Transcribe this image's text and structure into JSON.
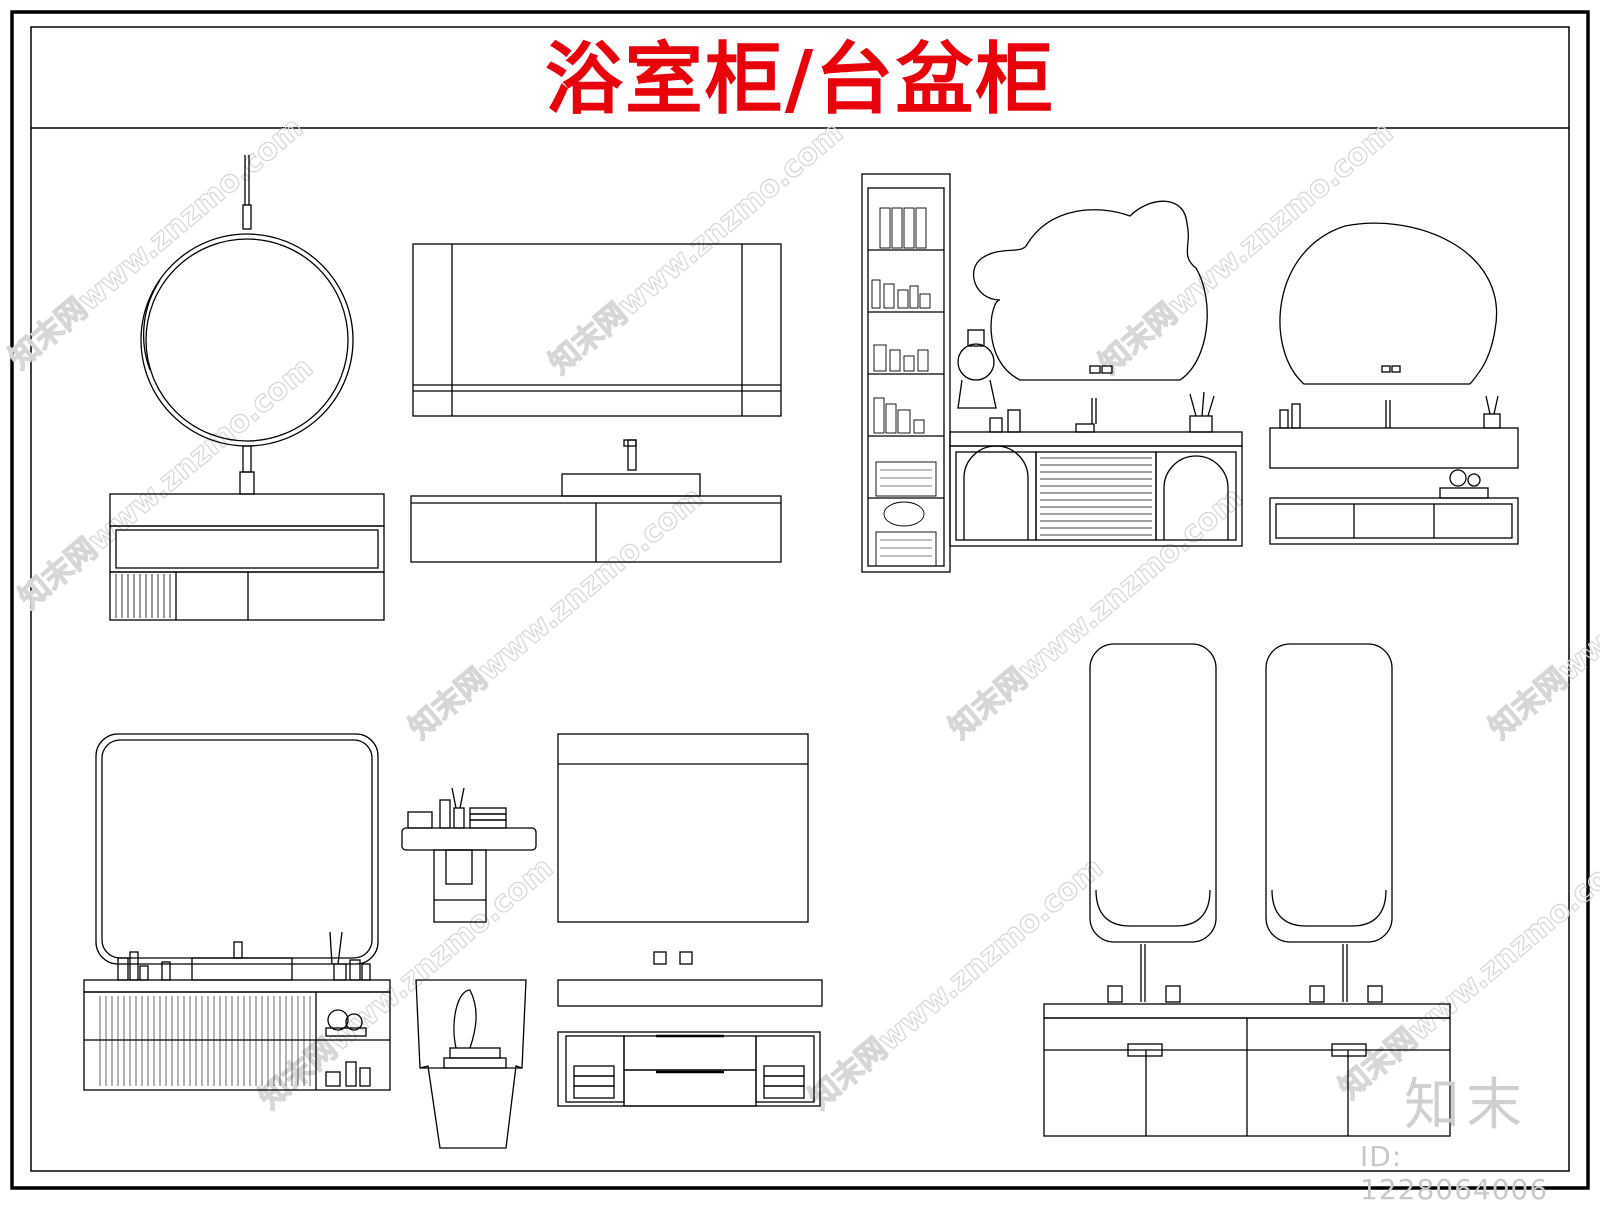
{
  "title": "浴室柜/台盆柜",
  "colors": {
    "title": "#e8000b",
    "line": "#000000",
    "watermark": "#d6d6d6"
  },
  "watermark_text": "知末网www.znzmo.com",
  "brand_mark": "知末",
  "sheet_id": "ID: 1228064006"
}
